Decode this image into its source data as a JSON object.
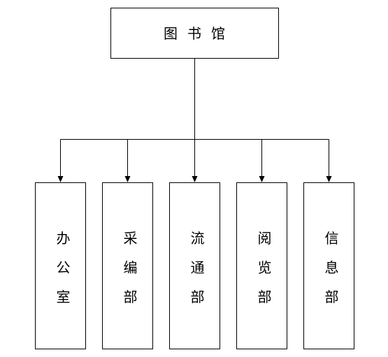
{
  "diagram": {
    "root": {
      "label": "图书馆"
    },
    "children": [
      {
        "id": "office",
        "label": "办公室"
      },
      {
        "id": "acquisitions",
        "label": "采编部"
      },
      {
        "id": "circulation",
        "label": "流通部"
      },
      {
        "id": "reading",
        "label": "阅览部"
      },
      {
        "id": "information",
        "label": "信息部"
      }
    ]
  }
}
